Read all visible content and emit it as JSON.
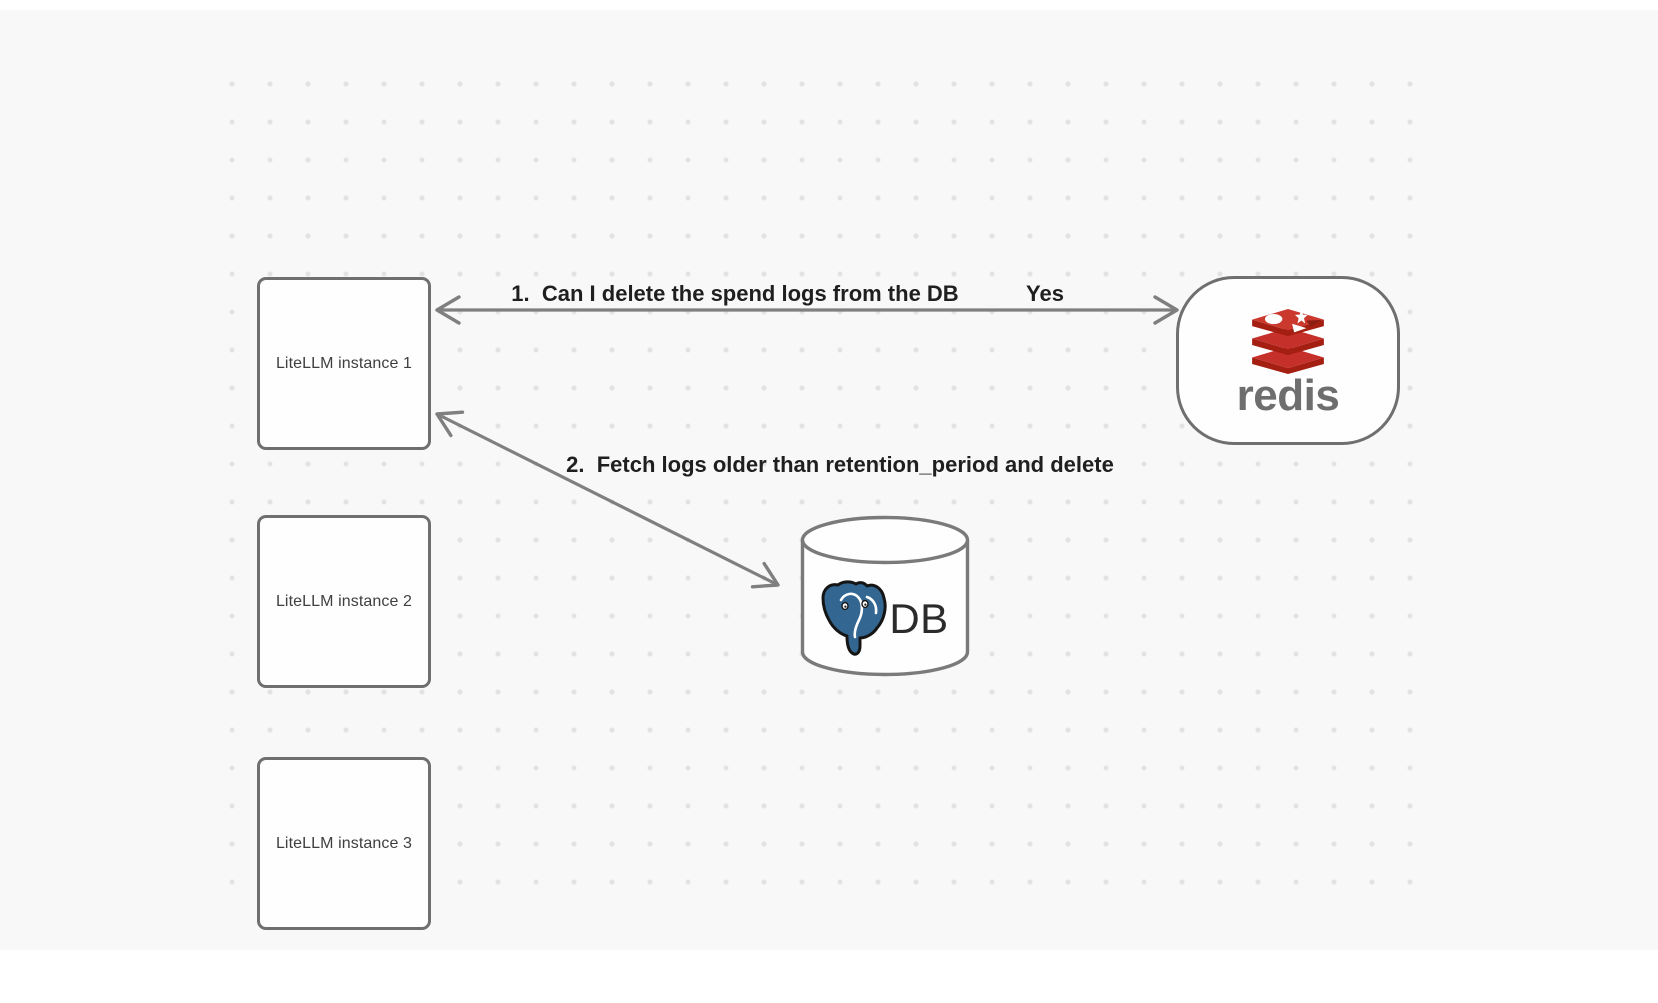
{
  "diagram": {
    "instances": [
      {
        "label": "LiteLLM instance 1"
      },
      {
        "label": "LiteLLM instance 2"
      },
      {
        "label": "LiteLLM instance 3"
      }
    ],
    "redis": {
      "wordmark": "redis",
      "icon": "redis-stack-icon"
    },
    "database": {
      "label": "DB",
      "icon": "postgresql-elephant-icon"
    },
    "edges": {
      "edge1": {
        "label": "1.  Can I delete the spend logs from the DB",
        "reply": "Yes"
      },
      "edge2": {
        "label": "2.  Fetch logs older than retention_period and delete"
      }
    },
    "colors": {
      "background": "#f8f8f8",
      "dot": "#e3e3e3",
      "node_border": "#6f6f6f",
      "arrow": "#7f7f7f",
      "edge_label_text": "#1f1f1f",
      "node_label_text": "#3f3f3f",
      "redis_red": "#c6302b",
      "redis_red_dark": "#a41e11",
      "redis_red_darker": "#8d1d12",
      "redis_wordmark_gray": "#6e6e6e",
      "postgres_blue": "#336791"
    }
  }
}
